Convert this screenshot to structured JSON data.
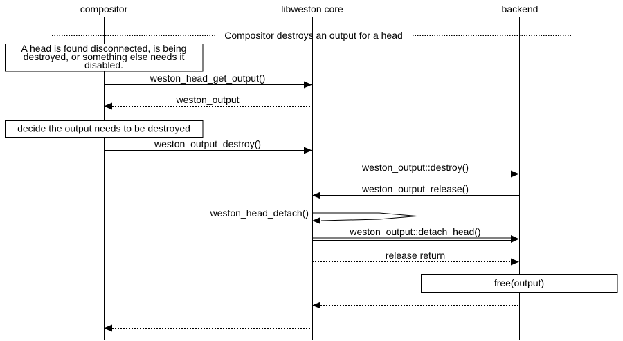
{
  "colors": {
    "ink": "#000000",
    "paper": "#ffffff"
  },
  "participants": [
    {
      "label": "compositor"
    },
    {
      "label": "libweston core"
    },
    {
      "label": "backend"
    }
  ],
  "divider": {
    "label": "Compositor destroys an output for a head"
  },
  "notes": {
    "disconnect": {
      "line1": "A head is found disconnected, is being",
      "line2": "destroyed, or something else needs it",
      "line3": "disabled."
    },
    "decide": {
      "label": "decide the output needs to be destroyed"
    },
    "free": {
      "label": "free(output)"
    }
  },
  "messages": [
    {
      "label": "weston_head_get_output()",
      "from": "compositor",
      "to": "libweston core",
      "kind": "call"
    },
    {
      "label": "weston_output",
      "from": "libweston core",
      "to": "compositor",
      "kind": "return"
    },
    {
      "label": "weston_output_destroy()",
      "from": "compositor",
      "to": "libweston core",
      "kind": "call"
    },
    {
      "label": "weston_output::destroy()",
      "from": "libweston core",
      "to": "backend",
      "kind": "call"
    },
    {
      "label": "weston_output_release()",
      "from": "backend",
      "to": "libweston core",
      "kind": "call"
    },
    {
      "label": "weston_head_detach()",
      "from": "libweston core",
      "to": "libweston core",
      "kind": "self-call"
    },
    {
      "label": "weston_output::detach_head()",
      "from": "libweston core",
      "to": "backend",
      "kind": "call-emphasized"
    },
    {
      "label": "release return",
      "from": "libweston core",
      "to": "backend",
      "kind": "return"
    },
    {
      "label": "",
      "from": "backend",
      "to": "libweston core",
      "kind": "return"
    },
    {
      "label": "",
      "from": "libweston core",
      "to": "compositor",
      "kind": "return"
    }
  ]
}
